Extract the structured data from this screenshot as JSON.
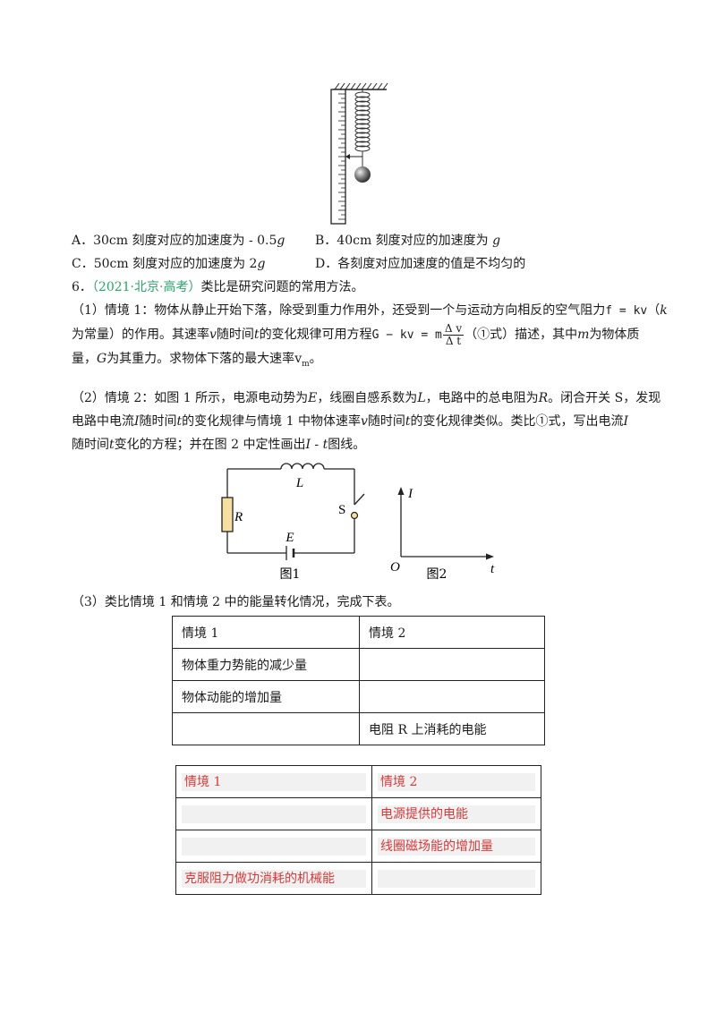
{
  "options": {
    "a_prefix": "A．30cm 刻度对应的加速度为 - 0.5",
    "a_var": "g",
    "b_prefix": "B．40cm 刻度对应的加速度为",
    "b_var": "g",
    "c_prefix": "C．50cm 刻度对应的加速度为 2",
    "c_var": "g",
    "d_text": "D．各刻度对应加速度的值是不均匀的"
  },
  "question": {
    "number": "6．",
    "source": "（2021·北京·高考）",
    "intro": "类比是研究问题的常用方法。"
  },
  "part1": {
    "l1": "（1）情境 1：物体从静止开始下落，除受到重力作用外，还受到一个与运动方向相反的空气阻力",
    "formula_f": "f = kv",
    "l1_end": "（",
    "var_k": "k",
    "l2a": "为常量）的作用。其速率",
    "var_v": "v",
    "l2b": "随时间",
    "var_t": "t",
    "l2c": "的变化规律可用方程",
    "eq_left": "G − kv = m",
    "frac_num": "Δ v",
    "frac_den": "Δ t",
    "l2d": "（①式）描述，其中",
    "var_m": "m",
    "l2e": "为物体质",
    "l3a": "量，",
    "var_G": "G",
    "l3b": "为其重力。求物体下落的最大速率",
    "vm": "v",
    "vm_sub": "m",
    "l3c": "。"
  },
  "part2": {
    "l1a": "（2）情境 2：如图 1 所示，电源电动势为",
    "var_E": "E",
    "l1b": "，线圈自感系数为",
    "var_L": "L",
    "l1c": "，电路中的总电阻为",
    "var_R": "R",
    "l1d": "。闭合开关 S，发现",
    "l2a": "电路中电流",
    "var_I": "I",
    "l2b": "随时间",
    "var_t": "t",
    "l2c": "的变化规律与情境 1 中物体速率",
    "var_v": "v",
    "l2d": "随时间",
    "var_t2": "t",
    "l2e": "的变化规律类似。类比①式，写出电流",
    "var_I2": "I",
    "l3a": "随时间",
    "var_t3": "t",
    "l3b": "变化的方程；并在图 2 中定性画出",
    "var_I3": "I",
    "l3c": " - ",
    "var_t4": "t",
    "l3d": "图线。"
  },
  "figure1": {
    "L": "L",
    "R": "R",
    "S": "S",
    "E": "E",
    "caption": "图1"
  },
  "figure2": {
    "I": "I",
    "O": "O",
    "t": "t",
    "caption": "图2"
  },
  "part3": {
    "text": "（3）类比情境 1 和情境 2 中的能量转化情况，完成下表。"
  },
  "table": [
    [
      "情境 1",
      "情境 2"
    ],
    [
      "物体重力势能的减少量",
      ""
    ],
    [
      "物体动能的增加量",
      ""
    ],
    [
      "",
      "电阻 R 上消耗的电能"
    ]
  ],
  "answer_table": [
    [
      "情境 1",
      "情境 2"
    ],
    [
      "",
      "电源提供的电能"
    ],
    [
      "",
      "线圈磁场能的增加量"
    ],
    [
      "克服阻力做功消耗的机械能",
      ""
    ]
  ],
  "colors": {
    "source": "#2aa36b",
    "answer": "#d63a3a"
  }
}
